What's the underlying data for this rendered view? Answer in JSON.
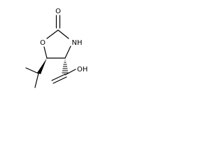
{
  "molecule": {
    "atoms": {
      "carbonyl_oxygen": "O",
      "ring_oxygen": "O",
      "ring_nitrogen": "NH",
      "acid_group": "OH"
    }
  }
}
